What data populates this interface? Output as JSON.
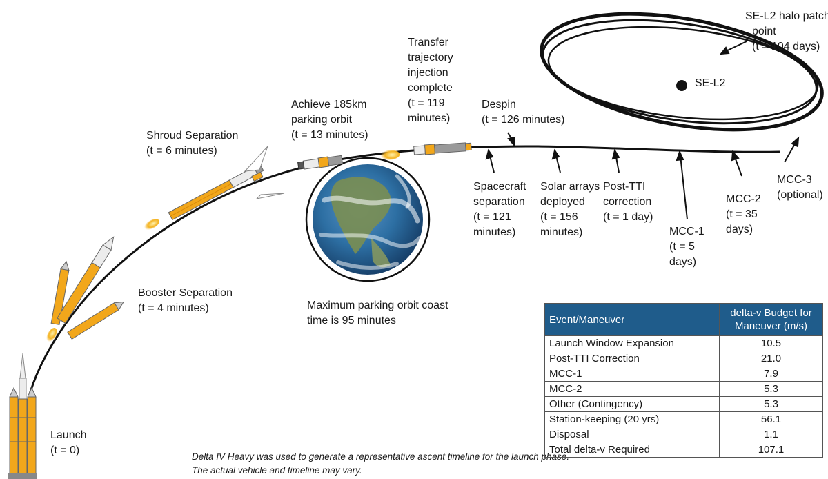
{
  "labels": {
    "launch": [
      "Launch",
      "(t = 0)"
    ],
    "booster": [
      "Booster Separation",
      "(t = 4 minutes)"
    ],
    "shroud": [
      "Shroud Separation",
      "(t = 6 minutes)"
    ],
    "parking": [
      "Achieve 185km",
      "parking orbit",
      "(t = 13 minutes)"
    ],
    "tti": [
      "Transfer",
      "trajectory",
      "injection",
      "complete",
      "(t = 119",
      "minutes)"
    ],
    "despin": [
      "Despin",
      "(t = 126 minutes)"
    ],
    "spacecraft_sep": [
      "Spacecraft",
      "separation",
      "(t = 121",
      "minutes)"
    ],
    "solar": [
      "Solar arrays",
      "deployed",
      "(t = 156",
      "minutes)"
    ],
    "post_tti": [
      "Post-TTI",
      "correction",
      "(t = 1 day)"
    ],
    "mcc1": [
      "MCC-1",
      "(t = 5",
      "days)"
    ],
    "mcc2": [
      "MCC-2",
      "(t = 35",
      "days)"
    ],
    "mcc3": [
      "MCC-3",
      "(optional)"
    ],
    "halo": [
      "SE-L2 halo patch",
      "point",
      "(t = 104 days)"
    ],
    "sel2": "SE-L2",
    "coast": [
      "Maximum parking orbit coast",
      "time is 95 minutes"
    ]
  },
  "note": [
    "Delta IV Heavy was used to generate a representative ascent timeline for the launch phase.",
    "The actual vehicle and timeline may vary."
  ],
  "table": {
    "headers": [
      "Event/Maneuver",
      "delta-v Budget for Maneuver (m/s)"
    ],
    "rows": [
      [
        "Launch Window Expansion",
        "10.5"
      ],
      [
        "Post-TTI Correction",
        "21.0"
      ],
      [
        "MCC-1",
        "7.9"
      ],
      [
        "MCC-2",
        "5.3"
      ],
      [
        "Other (Contingency)",
        "5.3"
      ],
      [
        "Station-keeping (20 yrs)",
        "56.1"
      ],
      [
        "Disposal",
        "1.1"
      ],
      [
        "Total delta-v Required",
        "107.1"
      ]
    ]
  },
  "colors": {
    "trajectory": "#111111",
    "booster": "#f2a71b",
    "stage_gray": "#9a9a9a",
    "flame": "#f4b321",
    "table_header": "#1f5c8b",
    "ocean": "#2d6fa3"
  }
}
